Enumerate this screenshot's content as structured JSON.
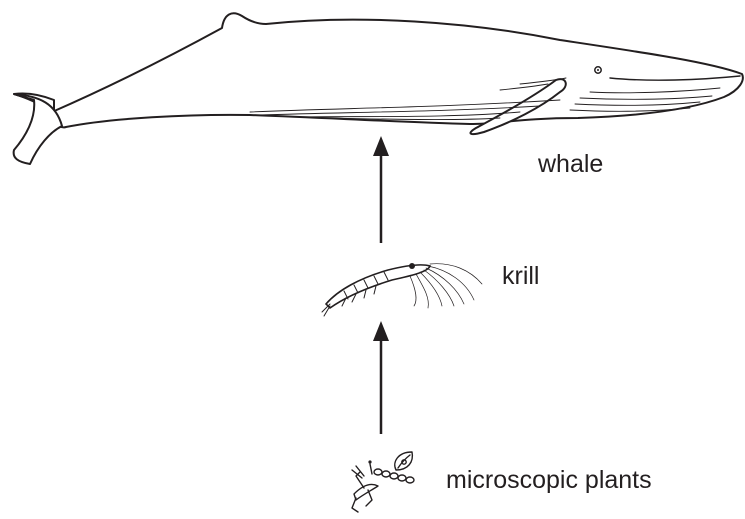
{
  "diagram": {
    "organisms": [
      {
        "id": "whale",
        "label": "whale",
        "icon": "whale-icon"
      },
      {
        "id": "krill",
        "label": "krill",
        "icon": "krill-icon"
      },
      {
        "id": "plants",
        "label": "microscopic plants",
        "icon": "microscopic-plants-icon"
      }
    ],
    "arrows": [
      {
        "from": "plants",
        "to": "krill"
      },
      {
        "from": "krill",
        "to": "whale"
      }
    ],
    "colors": {
      "stroke": "#231f20",
      "background": "#ffffff"
    }
  }
}
